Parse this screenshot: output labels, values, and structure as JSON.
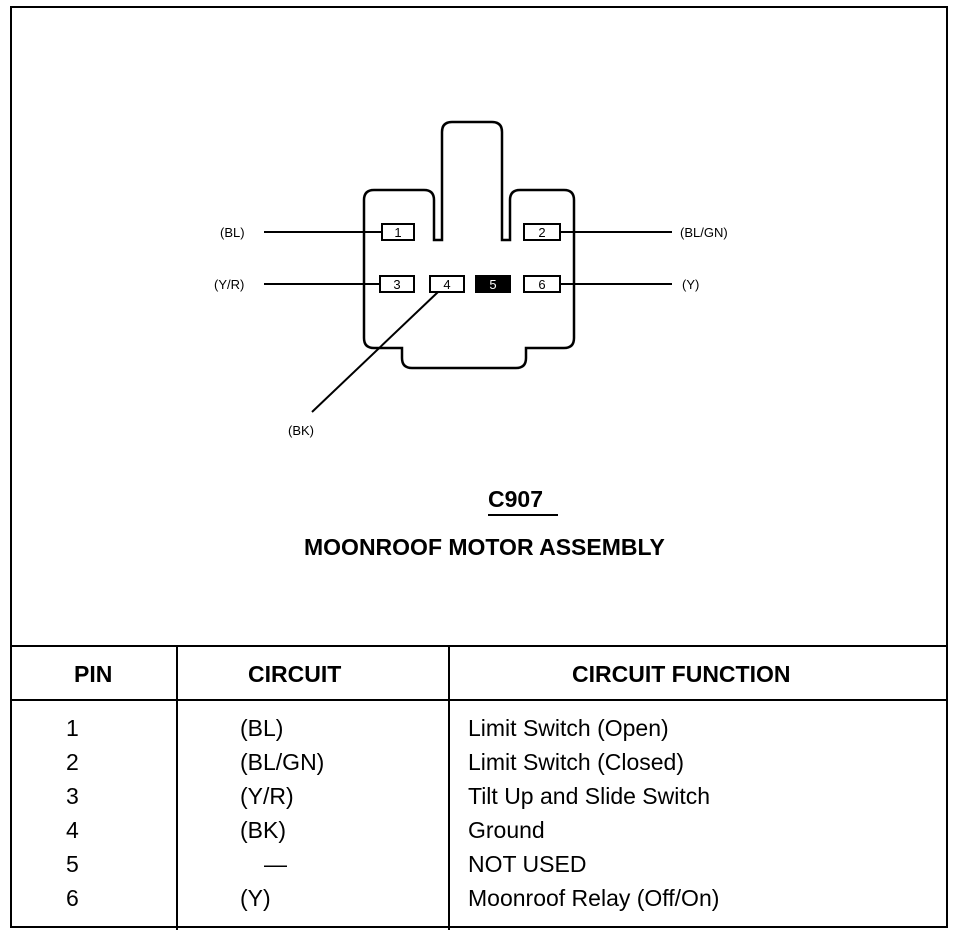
{
  "connector": {
    "id": "C907",
    "name": "MOONROOF MOTOR ASSEMBLY",
    "pins": [
      {
        "label": "1",
        "wire": "(BL)"
      },
      {
        "label": "2",
        "wire": "(BL/GN)"
      },
      {
        "label": "3",
        "wire": "(Y/R)"
      },
      {
        "label": "4",
        "wire": "(BK)"
      },
      {
        "label": "5",
        "wire": ""
      },
      {
        "label": "6",
        "wire": "(Y)"
      }
    ]
  },
  "table": {
    "headers": [
      "PIN",
      "CIRCUIT",
      "CIRCUIT FUNCTION"
    ],
    "rows": [
      {
        "pin": "1",
        "circuit": "(BL)",
        "function": "Limit Switch (Open)"
      },
      {
        "pin": "2",
        "circuit": "(BL/GN)",
        "function": "Limit Switch (Closed)"
      },
      {
        "pin": "3",
        "circuit": "(Y/R)",
        "function": "Tilt Up and Slide Switch"
      },
      {
        "pin": "4",
        "circuit": "(BK)",
        "function": "Ground"
      },
      {
        "pin": "5",
        "circuit": "—",
        "function": "NOT USED"
      },
      {
        "pin": "6",
        "circuit": "(Y)",
        "function": "Moonroof Relay (Off/On)"
      }
    ]
  }
}
